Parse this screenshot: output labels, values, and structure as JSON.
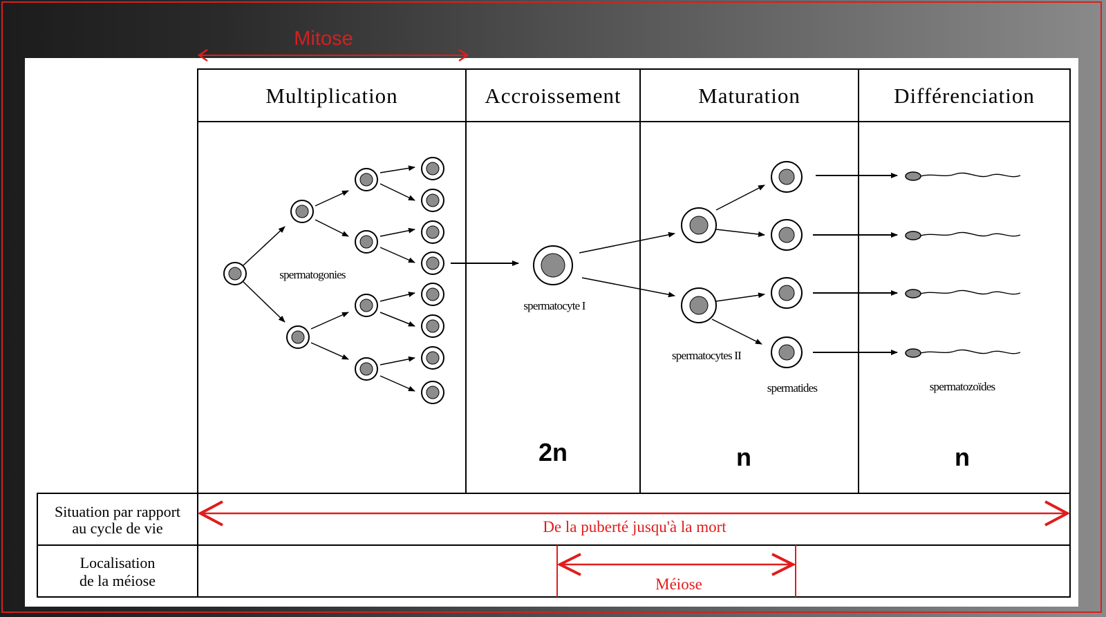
{
  "mitose_label": "Mitose",
  "columns": [
    {
      "id": "multiplication",
      "title": "Multiplication"
    },
    {
      "id": "accroissement",
      "title": "Accroissement"
    },
    {
      "id": "maturation",
      "title": "Maturation"
    },
    {
      "id": "differenciation",
      "title": "Différenciation"
    }
  ],
  "cell_labels": {
    "spermatogonies": "spermatogonies",
    "spermatocyte_1": "spermatocyte I",
    "spermatocytes_2": "spermatocytes II",
    "spermatides": "spermatides",
    "spermatozoides": "spermatozoïdes"
  },
  "ploidy": {
    "accroissement": "2n",
    "maturation": "n",
    "differenciation": "n"
  },
  "rows": {
    "situation": {
      "label_line1": "Situation par rapport",
      "label_line2": "au cycle de vie",
      "value": "De la puberté jusqu'à la mort"
    },
    "localisation": {
      "label_line1": "Localisation",
      "label_line2": "de la méiose",
      "value": "Méiose"
    }
  },
  "colors": {
    "accent_red": "#e01c1c",
    "frame_red": "#d42020",
    "cell_nucleus": "#8c8c8c",
    "line": "#000000"
  }
}
